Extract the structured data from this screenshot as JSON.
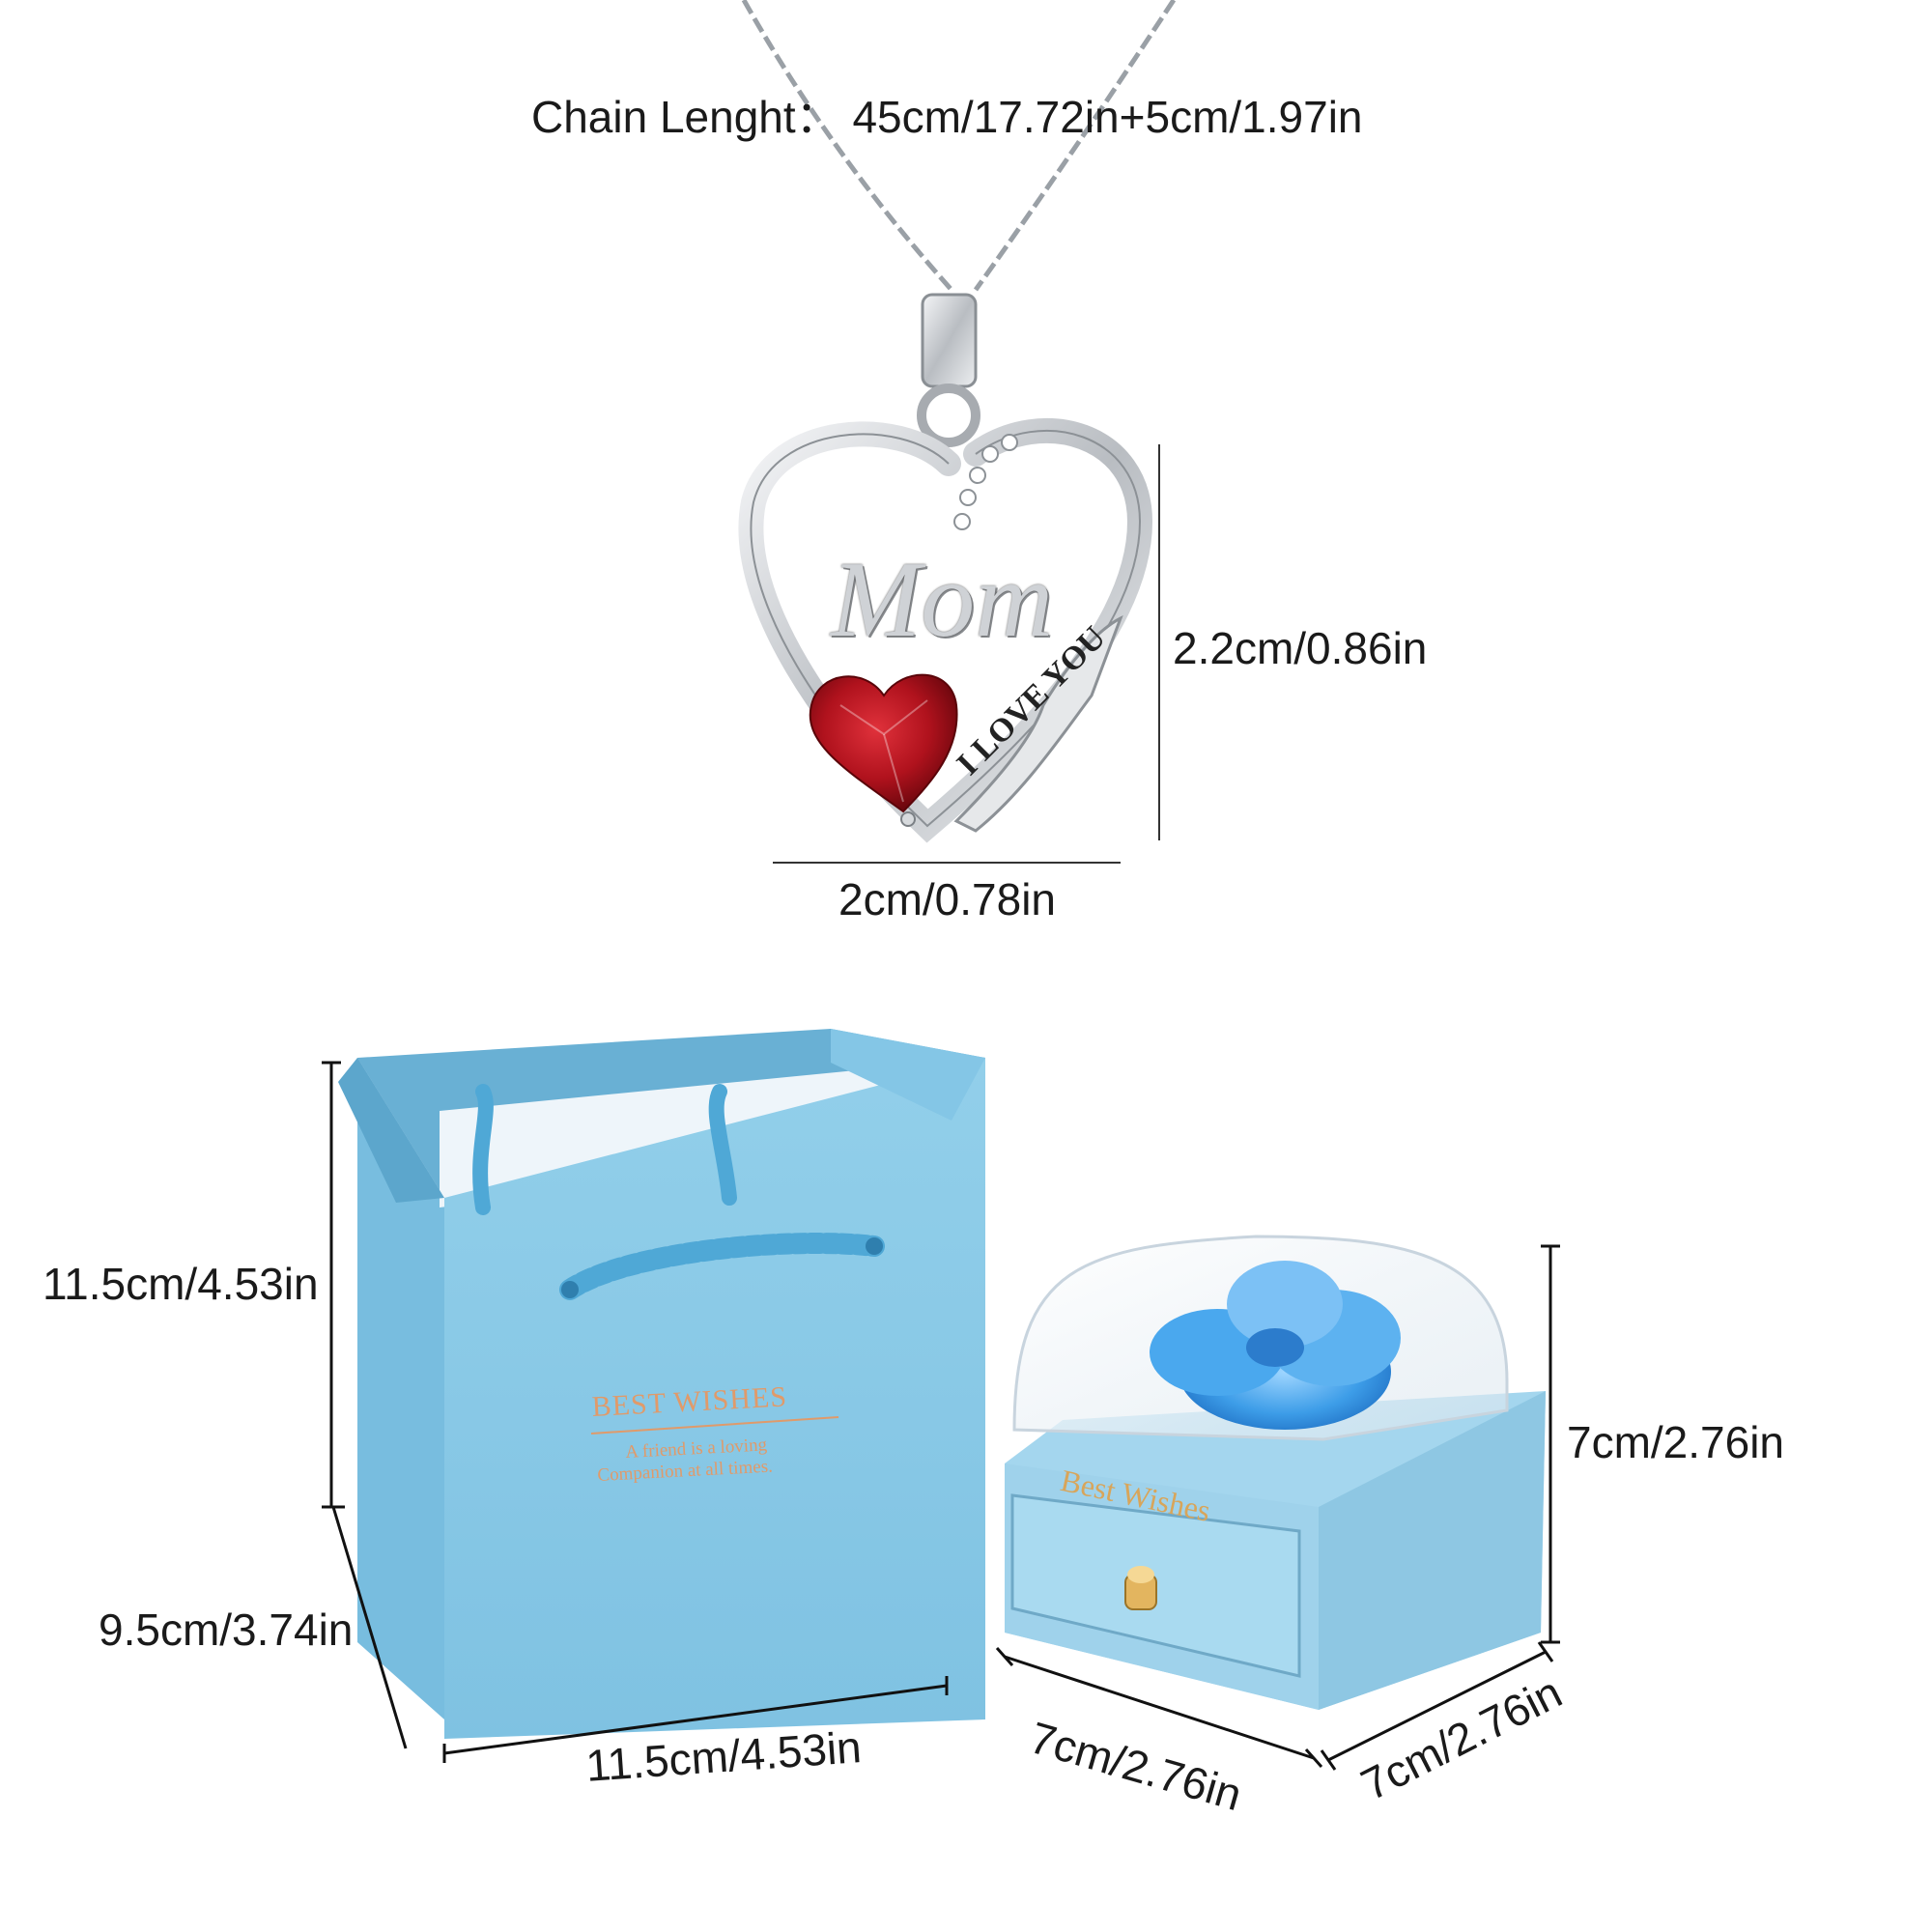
{
  "pendant": {
    "chain_length": "Chain Lenght：  45cm/17.72in+5cm/1.97in",
    "height": "2.2cm/0.86in",
    "width": "2cm/0.78in",
    "script_text": "Mom",
    "engraving": "I LOVE YOU"
  },
  "gift_bag": {
    "height": "11.5cm/4.53in",
    "depth": "9.5cm/3.74in",
    "width": "11.5cm/4.53in",
    "print_heading": "BEST WISHES",
    "print_line1": "A friend is a loving",
    "print_line2": "Companion at all times."
  },
  "gift_box": {
    "height": "7cm/2.76in",
    "width": "7cm/2.76in",
    "depth": "7cm/2.76in",
    "print": "Best Wishes"
  },
  "colors": {
    "bag_blue": "#8ccbe8",
    "box_blue": "#a4d6ee",
    "silver": "#d5d8dc",
    "ruby": "#c01622",
    "rose_blue": "#3d9de8",
    "gold_print": "#d9a06a"
  }
}
